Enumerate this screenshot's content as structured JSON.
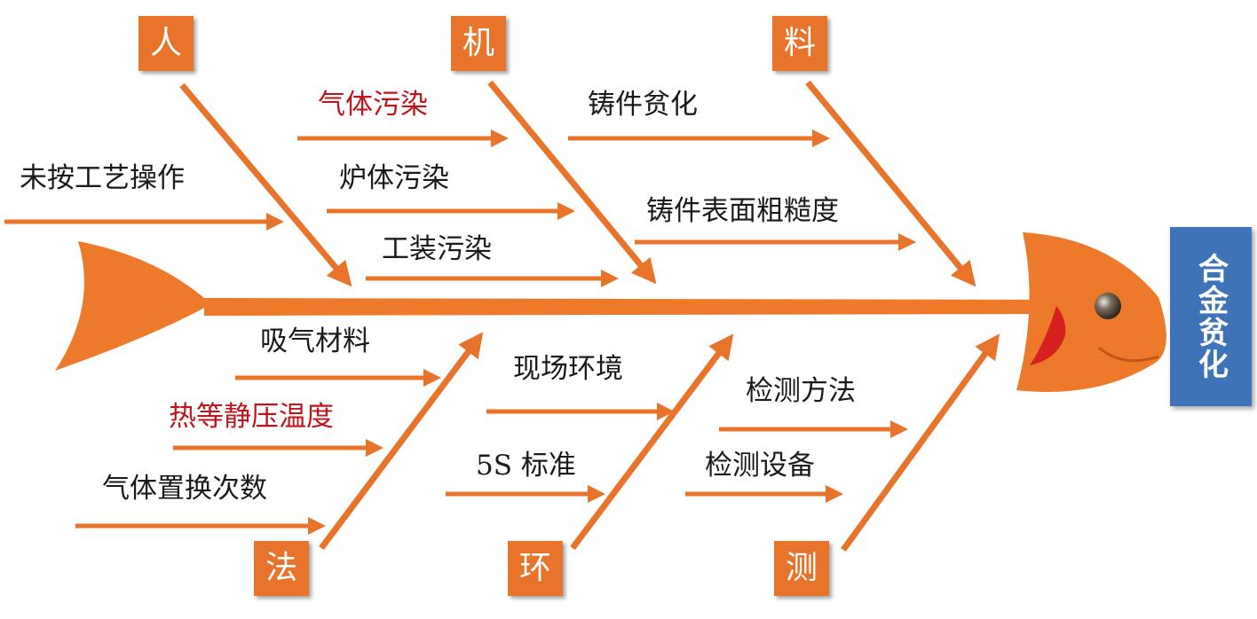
{
  "colors": {
    "arrow": "#e8742c",
    "fish": "#ec7a2a",
    "category_box": "#e8742c",
    "effect_box": "#3f73b8",
    "highlight_text": "#c0131b"
  },
  "effect": "合金贫化",
  "categories": {
    "people": "人",
    "machine": "机",
    "material": "料",
    "method": "法",
    "environment": "环",
    "measurement": "测"
  },
  "causes": {
    "people": [
      "未按工艺操作"
    ],
    "machine": [
      "气体污染",
      "炉体污染",
      "工装污染"
    ],
    "material": [
      "铸件贫化",
      "铸件表面粗糙度"
    ],
    "method": [
      "吸气材料",
      "热等静压温度",
      "气体置换次数"
    ],
    "environment": [
      "现场环境",
      "5S 标准"
    ],
    "measurement": [
      "检测方法",
      "检测设备"
    ]
  },
  "highlighted_causes": [
    "气体污染",
    "热等静压温度"
  ]
}
